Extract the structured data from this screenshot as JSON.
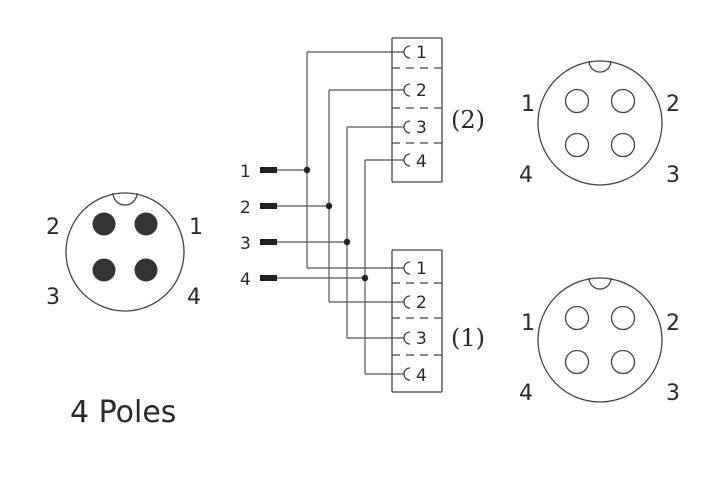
{
  "title": "4 Poles",
  "male_connector": {
    "pins": [
      "2",
      "1",
      "3",
      "4"
    ]
  },
  "wires": [
    "1",
    "2",
    "3",
    "4"
  ],
  "connector_blocks": [
    {
      "label": "(2)",
      "contacts": [
        "1",
        "2",
        "3",
        "4"
      ]
    },
    {
      "label": "(1)",
      "contacts": [
        "1",
        "2",
        "3",
        "4"
      ]
    }
  ],
  "female_connectors": [
    {
      "pins": [
        "1",
        "2",
        "4",
        "3"
      ]
    },
    {
      "pins": [
        "1",
        "2",
        "4",
        "3"
      ]
    }
  ],
  "colors": {
    "line": "#444444",
    "pin_fill": "#333333",
    "text": "#2a2a2a"
  }
}
